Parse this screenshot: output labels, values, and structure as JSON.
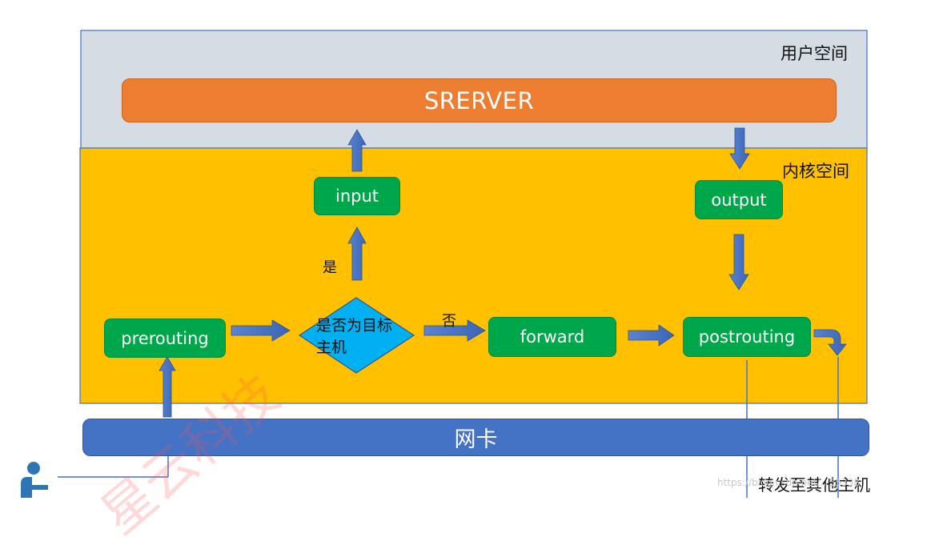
{
  "regions": {
    "user_space_label": "用户空间",
    "kernel_space_label": "内核空间"
  },
  "server": {
    "label": "SRERVER"
  },
  "nodes": {
    "input": "input",
    "output": "output",
    "prerouting": "prerouting",
    "forward": "forward",
    "postrouting": "postrouting"
  },
  "decision": {
    "label": "是否为目标主机"
  },
  "edge_labels": {
    "yes": "是",
    "no": "否"
  },
  "nic": {
    "label": "网卡"
  },
  "forward_to_other_host": "转发至其他主机",
  "watermark": {
    "url_fragment": "https://blog.csdn.net/...55338",
    "stamp_text": "星云科技"
  },
  "colors": {
    "user_space_bg": "#d6dce4",
    "kernel_space_bg": "#ffc000",
    "server": "#ed7d31",
    "node": "#00a74a",
    "decision": "#00b0f0",
    "nic": "#4472c4",
    "arrow": "#4472c4"
  },
  "icons": {
    "user": "person-icon"
  }
}
